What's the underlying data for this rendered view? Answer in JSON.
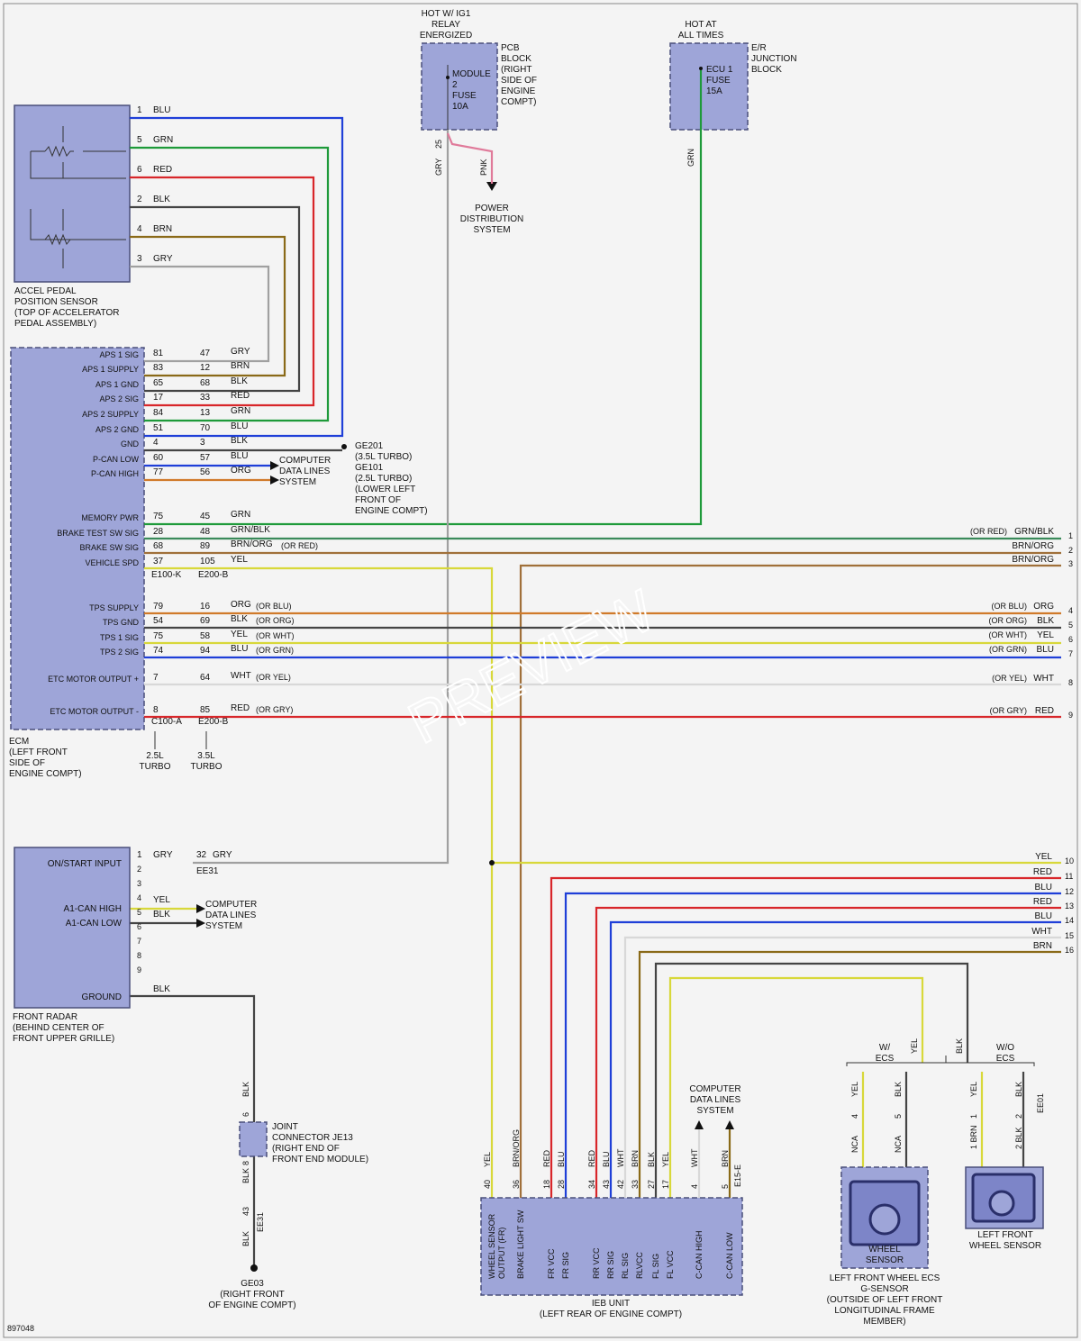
{
  "colors": {
    "BLU": "#1f3fd8",
    "GRN": "#1e9a3a",
    "RED": "#d8262a",
    "BLK": "#444444",
    "BRN": "#8a6a18",
    "GRY": "#a0a0a0",
    "YEL": "#d8d83a",
    "ORG": "#d07a2a",
    "WHT": "#d8d8d8",
    "PNK": "#e07a9a",
    "GRNBLK": "#3a8a5a",
    "BRNORG": "#a0703a"
  },
  "top": {
    "relay_title": "HOT W/ IG1\nRELAY\nENERGIZED",
    "relay_fuse": "MODULE\n2\nFUSE\n10A",
    "pcb_block": "PCB\nBLOCK\n(RIGHT\nSIDE OF\nENGINE\nCOMPT)",
    "hot_all": "HOT AT\nALL TIMES",
    "ecu_fuse": "ECU 1\nFUSE\n15A",
    "junction": "E/R\nJUNCTION\nBLOCK",
    "pin_25": "25",
    "gry": "GRY",
    "pnk": "PNK",
    "grn": "GRN",
    "power_dist": "POWER\nDISTRIBUTION\nSYSTEM"
  },
  "aps_sensor": {
    "label": "ACCEL PEDAL\nPOSITION SENSOR\n(TOP OF ACCELERATOR\nPEDAL ASSEMBLY)",
    "pins": [
      {
        "pin": "1",
        "color": "BLU"
      },
      {
        "pin": "5",
        "color": "GRN"
      },
      {
        "pin": "6",
        "color": "RED"
      },
      {
        "pin": "2",
        "color": "BLK"
      },
      {
        "pin": "4",
        "color": "BRN"
      },
      {
        "pin": "3",
        "color": "GRY"
      }
    ]
  },
  "ecm": {
    "label": "ECM\n(LEFT FRONT\nSIDE OF\nENGINE COMPT)",
    "rows": [
      {
        "name": "APS 1 SIG",
        "p25": "81",
        "p35": "47",
        "color": "GRY"
      },
      {
        "name": "APS 1 SUPPLY",
        "p25": "83",
        "p35": "12",
        "color": "BRN"
      },
      {
        "name": "APS 1 GND",
        "p25": "65",
        "p35": "68",
        "color": "BLK"
      },
      {
        "name": "APS 2 SIG",
        "p25": "17",
        "p35": "33",
        "color": "RED"
      },
      {
        "name": "APS 2 SUPPLY",
        "p25": "84",
        "p35": "13",
        "color": "GRN"
      },
      {
        "name": "APS 2 GND",
        "p25": "51",
        "p35": "70",
        "color": "BLU"
      },
      {
        "name": "GND",
        "p25": "4",
        "p35": "3",
        "color": "BLK"
      },
      {
        "name": "P-CAN LOW",
        "p25": "60",
        "p35": "57",
        "color": "BLU"
      },
      {
        "name": "P-CAN HIGH",
        "p25": "77",
        "p35": "56",
        "color": "ORG"
      },
      {
        "name": "MEMORY PWR",
        "p25": "75",
        "p35": "45",
        "color": "GRN"
      },
      {
        "name": "BRAKE TEST SW SIG",
        "p25": "28",
        "p35": "48",
        "color": "GRN/BLK"
      },
      {
        "name": "BRAKE SW SIG",
        "p25": "68",
        "p35": "89",
        "color": "BRN/ORG",
        "alt": "(OR RED)"
      },
      {
        "name": "VEHICLE SPD",
        "p25": "37",
        "p35": "105",
        "color": "YEL"
      },
      {
        "name": "TPS SUPPLY",
        "p25": "79",
        "p35": "16",
        "color": "ORG",
        "alt": "(OR BLU)"
      },
      {
        "name": "TPS GND",
        "p25": "54",
        "p35": "69",
        "color": "BLK",
        "alt": "(OR ORG)"
      },
      {
        "name": "TPS 1 SIG",
        "p25": "75",
        "p35": "58",
        "color": "YEL",
        "alt": "(OR WHT)"
      },
      {
        "name": "TPS 2 SIG",
        "p25": "74",
        "p35": "94",
        "color": "BLU",
        "alt": "(OR GRN)"
      },
      {
        "name": "ETC MOTOR OUTPUT +",
        "p25": "7",
        "p35": "64",
        "color": "WHT",
        "alt": "(OR YEL)"
      },
      {
        "name": "ETC MOTOR OUTPUT -",
        "p25": "8",
        "p35": "85",
        "color": "RED",
        "alt": "(OR GRY)"
      }
    ],
    "conn1": "E100-K",
    "conn2": "E200-B",
    "conn3": "C100-A",
    "conn4": "E200-B",
    "turbo25": "2.5L\nTURBO",
    "turbo35": "3.5L\nTURBO",
    "ge201": "GE201\n(3.5L TURBO)\nGE101\n(2.5L TURBO)\n(LOWER LEFT\nFRONT OF\nENGINE COMPT)",
    "computer_data": "COMPUTER\nDATA LINES\nSYSTEM"
  },
  "right_labels": [
    {
      "n": "1",
      "text": "GRN/BLK",
      "alt": "(OR RED)"
    },
    {
      "n": "2",
      "text": "BRN/ORG"
    },
    {
      "n": "3",
      "text": "BRN/ORG"
    },
    {
      "n": "4",
      "text": "ORG",
      "alt": "(OR BLU)"
    },
    {
      "n": "5",
      "text": "BLK",
      "alt": "(OR ORG)"
    },
    {
      "n": "6",
      "text": "YEL",
      "alt": "(OR WHT)"
    },
    {
      "n": "7",
      "text": "BLU",
      "alt": "(OR GRN)"
    },
    {
      "n": "8",
      "text": "WHT",
      "alt": "(OR YEL)"
    },
    {
      "n": "9",
      "text": "RED",
      "alt": "(OR GRY)"
    },
    {
      "n": "10",
      "text": "YEL"
    },
    {
      "n": "11",
      "text": "RED"
    },
    {
      "n": "12",
      "text": "BLU"
    },
    {
      "n": "13",
      "text": "RED"
    },
    {
      "n": "14",
      "text": "BLU"
    },
    {
      "n": "15",
      "text": "WHT"
    },
    {
      "n": "16",
      "text": "BRN"
    }
  ],
  "radar": {
    "label": "FRONT RADAR\n(BEHIND CENTER OF\nFRONT UPPER GRILLE)",
    "on_start": "ON/START INPUT",
    "can_high": "A1-CAN HIGH",
    "can_low": "A1-CAN LOW",
    "ground": "GROUND",
    "pin1": "1",
    "gry": "GRY",
    "pin32": "32",
    "gry2": "GRY",
    "ee31": "EE31",
    "yel": "YEL",
    "blk": "BLK",
    "blk10": "BLK",
    "computer_data": "COMPUTER\nDATA LINES\nSYSTEM"
  },
  "joint": {
    "label": "JOINT\nCONNECTOR JE13\n(RIGHT END OF\nFRONT END MODULE)",
    "ge03": "GE03\n(RIGHT FRONT\nOF ENGINE COMPT)",
    "ee31": "EE31"
  },
  "ieb": {
    "label": "IEB UNIT\n(LEFT REAR OF ENGINE COMPT)",
    "pins": [
      {
        "pin": "40",
        "color": "YEL",
        "name": "WHEEL SENSOR\nOUTPUT (FR)"
      },
      {
        "pin": "36",
        "color": "BRN/ORG",
        "name": "BRAKE LIGHT SW"
      },
      {
        "pin": "18",
        "color": "RED",
        "name": "FR VCC"
      },
      {
        "pin": "28",
        "color": "BLU",
        "name": "FR SIG"
      },
      {
        "pin": "34",
        "color": "RED",
        "name": "RR VCC"
      },
      {
        "pin": "43",
        "color": "BLU",
        "name": "RR SIG"
      },
      {
        "pin": "42",
        "color": "WHT",
        "name": "RL SIG"
      },
      {
        "pin": "33",
        "color": "BRN",
        "name": "RLVCC"
      },
      {
        "pin": "27",
        "color": "BLK",
        "name": "FL SIG"
      },
      {
        "pin": "17",
        "color": "YEL",
        "name": "FL VCC"
      },
      {
        "pin": "4",
        "color": "WHT",
        "name": "C-CAN HIGH"
      },
      {
        "pin": "5",
        "color": "BRN",
        "name": "C-CAN LOW"
      }
    ],
    "e15": "E15-E",
    "computer_data": "COMPUTER\nDATA LINES\nSYSTEM"
  },
  "wheel": {
    "w_ecs": "W/\nECS",
    "wo_ecs": "W/O\nECS",
    "yel": "YEL",
    "blk": "BLK",
    "nca": "NCA",
    "ee01": "EE01",
    "sensor_label": "WHEEL\nSENSOR",
    "ecs_label": "LEFT FRONT WHEEL ECS\nG-SENSOR\n(OUTSIDE OF LEFT FRONT\nLONGITUDINAL FRAME\nMEMBER)",
    "lf_label": "LEFT FRONT\nWHEEL SENSOR",
    "brn": "BRN"
  },
  "footer_id": "897048",
  "watermark": "PREVIEW"
}
